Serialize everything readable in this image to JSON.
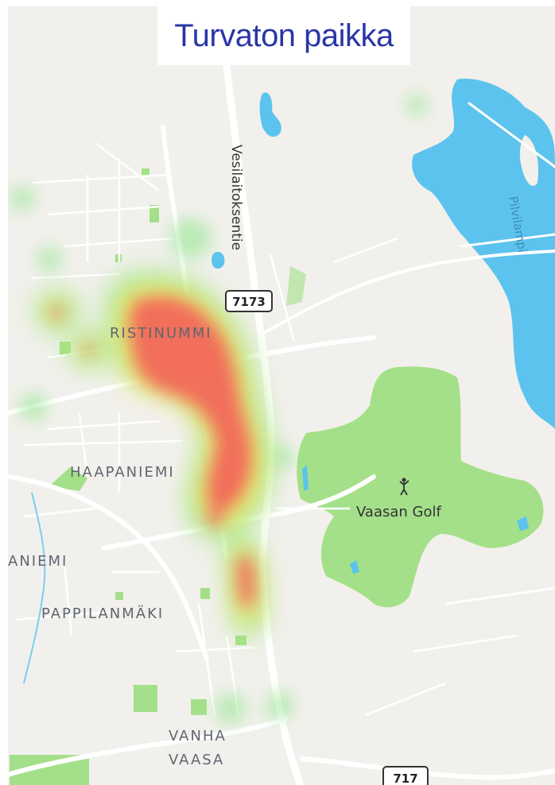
{
  "title": "Turvaton paikka",
  "labels": {
    "ristinummi": "RISTINUMMI",
    "haapaniemi": "HAAPANIEMI",
    "aniemi": "ANIEMI",
    "pappilanmaki": "PAPPILANMÄKI",
    "vanha": "VANHA",
    "vaasa": "VAASA",
    "golf": "Vaasan Golf",
    "vesilaitoksentie": "Vesilaitoksentie",
    "pilvilampi": "Pilvilampi",
    "route7173": "7173",
    "route717": "717"
  },
  "colors": {
    "land": "#f2f0ec",
    "water": "#5cc3ee",
    "park": "#a4e089",
    "road": "#ffffff",
    "heat_high": "#f25a5a",
    "heat_mid": "#f5e85a",
    "heat_low": "#8ee68a",
    "title": "#2a36a6"
  },
  "icons": {
    "golf": "golfer-icon"
  }
}
